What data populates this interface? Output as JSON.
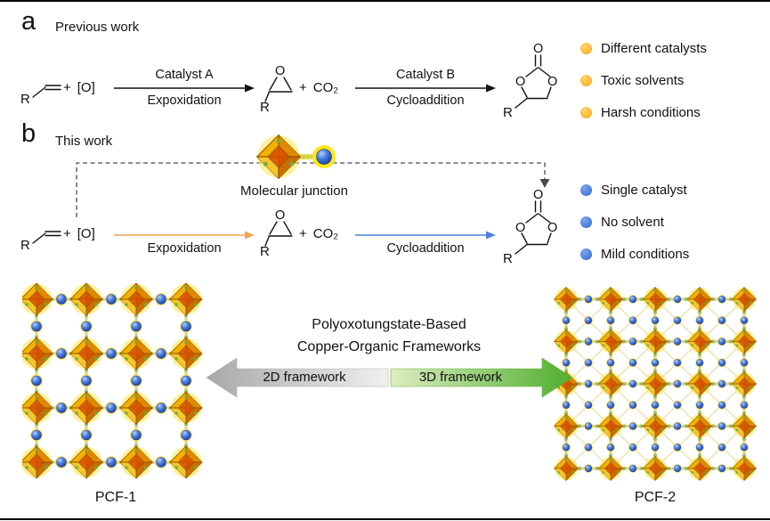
{
  "colors": {
    "bullet_a": "#f7a81b",
    "bullet_b": "#2f62cf",
    "arrow_orange": "#f2a654",
    "arrow_blue": "#4f7fd9",
    "arrow_green": "#52b043"
  },
  "panel_a": {
    "label": "a",
    "title": "Previous work",
    "step1": {
      "top": "Catalyst A",
      "bottom": "Expoxidation"
    },
    "step2": {
      "top": "Catalyst B",
      "bottom": "Cycloaddition"
    },
    "bullets": [
      "Different catalysts",
      "Toxic solvents",
      "Harsh conditions"
    ]
  },
  "panel_b": {
    "label": "b",
    "title": "This work",
    "junction_label": "Molecular junction",
    "step1": {
      "bottom": "Expoxidation"
    },
    "step2": {
      "bottom": "Cycloaddition"
    },
    "bullets": [
      "Single catalyst",
      "No solvent",
      "Mild conditions"
    ]
  },
  "chem": {
    "r": "R",
    "plus": "+",
    "oxidant": "[O]",
    "co2": "CO₂",
    "oxygen": "O"
  },
  "bottom": {
    "title_line1": "Polyoxotungstate-Based",
    "title_line2": "Copper-Organic Frameworks",
    "left_arrow_label": "2D framework",
    "right_arrow_label": "3D framework",
    "left_framework": "PCF-1",
    "right_framework": "PCF-2"
  }
}
